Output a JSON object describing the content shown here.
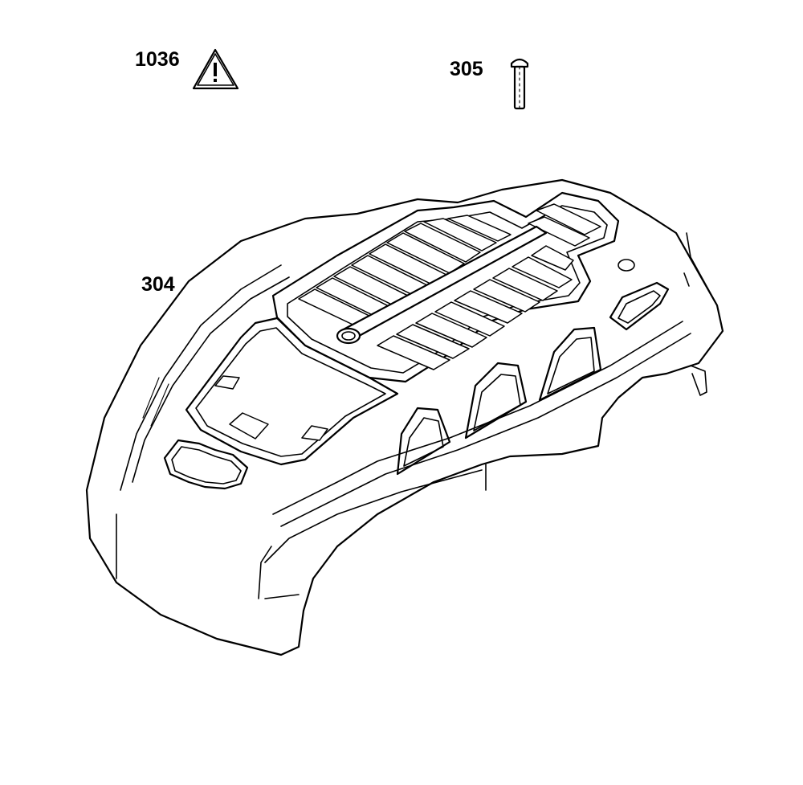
{
  "callouts": {
    "warning_label": "1036",
    "screw_label": "305",
    "cover_label": "304"
  },
  "icons": {
    "warning": "warning-triangle-icon"
  },
  "colors": {
    "line": "#000000",
    "background": "#ffffff"
  }
}
